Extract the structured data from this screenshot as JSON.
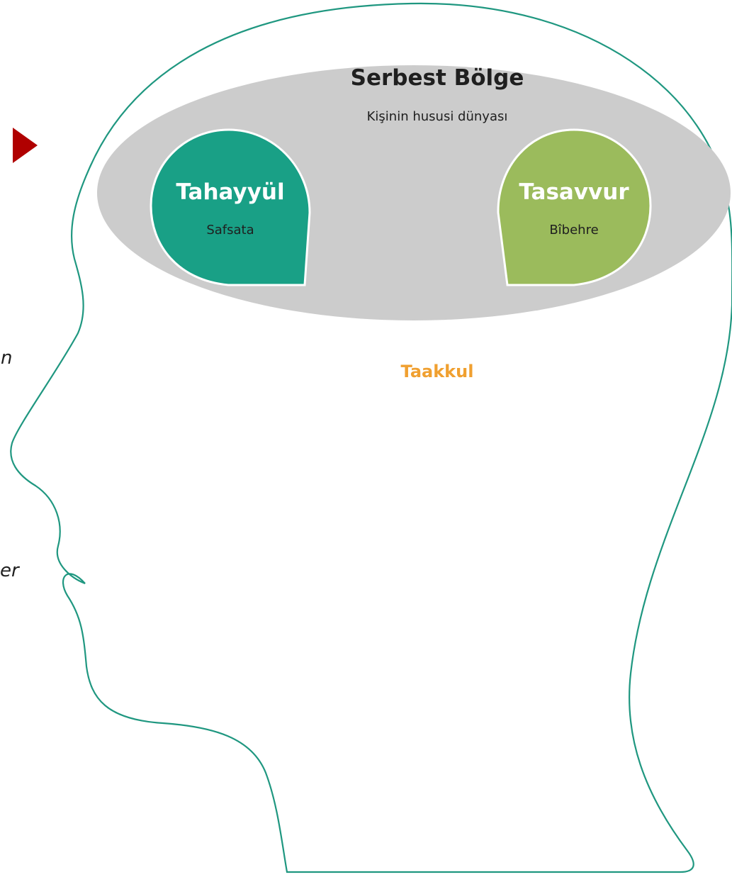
{
  "zone": {
    "title": "Serbest Bölge",
    "subtitle": "Kişinin hususi dünyası"
  },
  "bubbles": {
    "left": {
      "title": "Tahayyül",
      "subtitle": "Safsata"
    },
    "right": {
      "title": "Tasavvur",
      "subtitle": "Bîbehre"
    }
  },
  "below_label": "Taakkul",
  "cropped_text": [
    "n",
    "er"
  ],
  "colors": {
    "head_outline": "#1f9780",
    "zone_fill": "#cccccc",
    "left_bubble": "#19a086",
    "right_bubble": "#9bbb5c",
    "below_label": "#f0a030",
    "arrow": "#b00000"
  },
  "icons": {
    "arrow": "play-triangle-icon"
  }
}
